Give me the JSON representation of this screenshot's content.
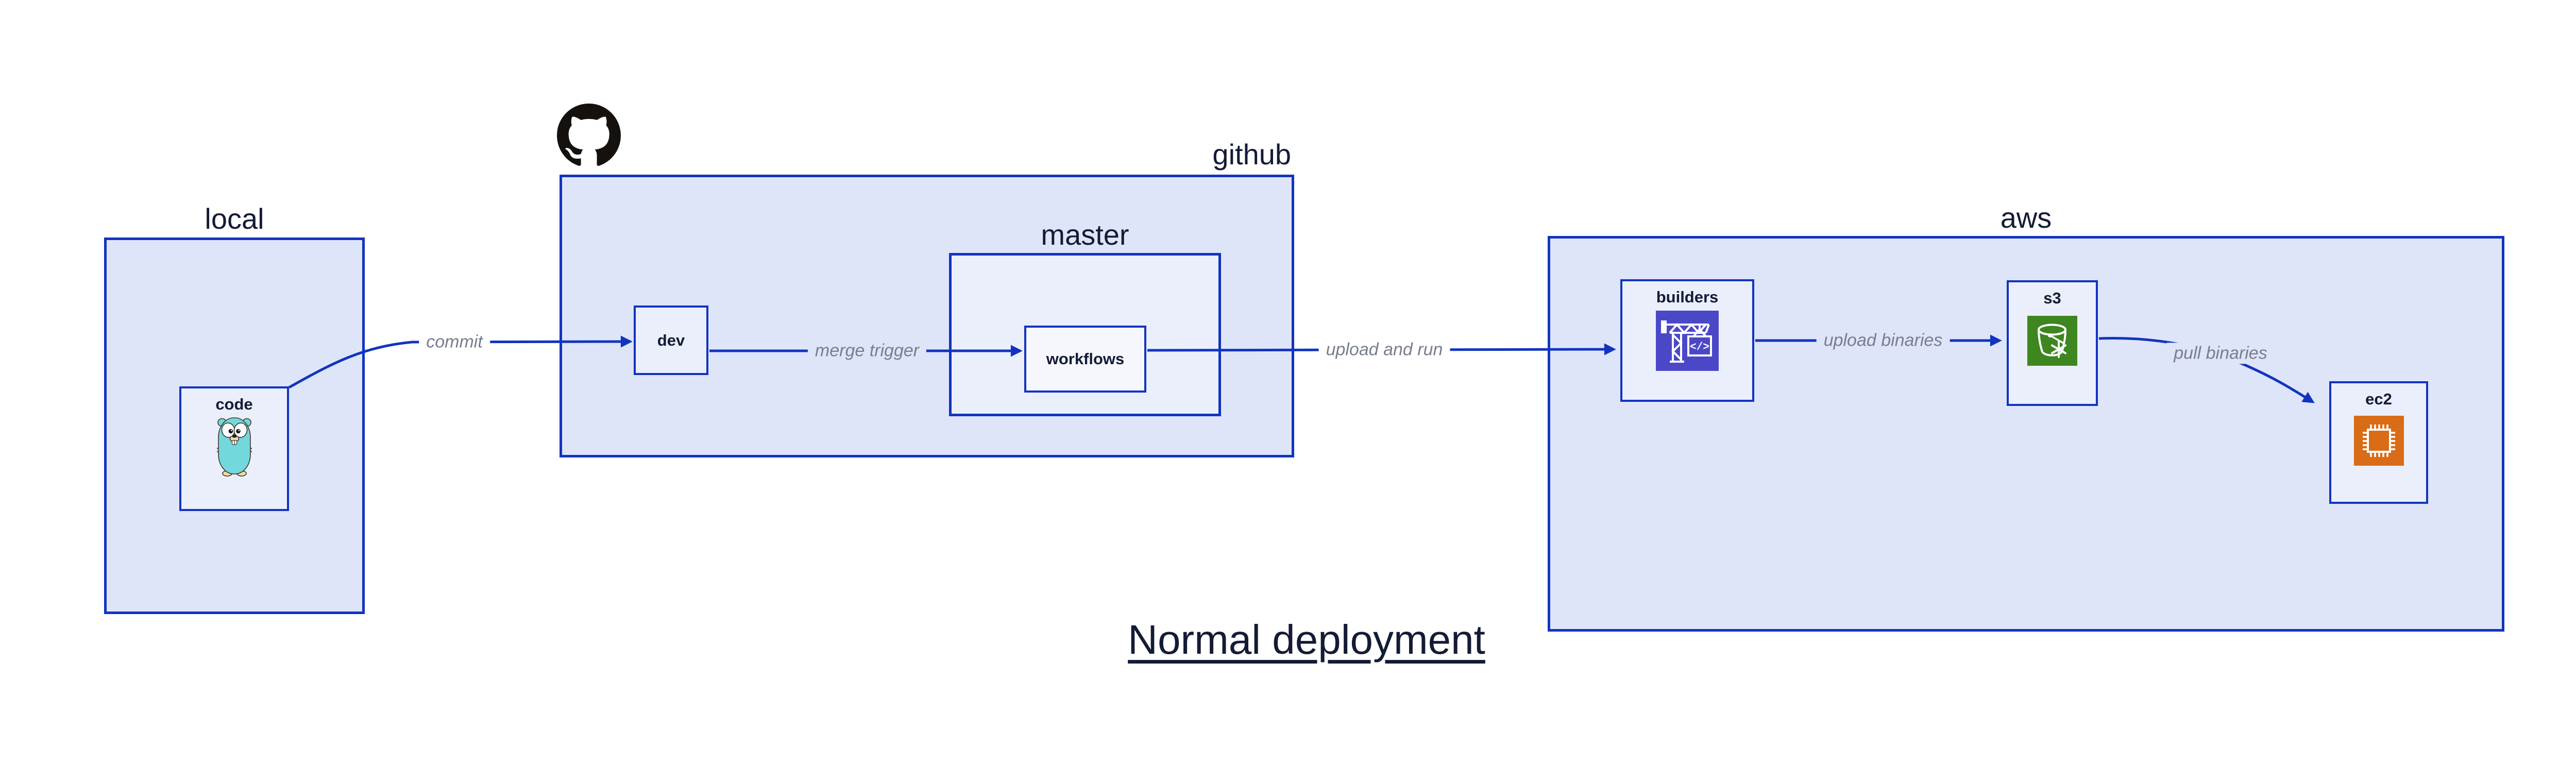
{
  "title": {
    "text": "Normal deployment"
  },
  "groups": {
    "local": {
      "label": "local"
    },
    "github": {
      "label": "github"
    },
    "master": {
      "label": "master"
    },
    "aws": {
      "label": "aws"
    }
  },
  "nodes": {
    "code": {
      "label": "code",
      "icon": "go-gopher"
    },
    "dev": {
      "label": "dev"
    },
    "workflows": {
      "label": "workflows"
    },
    "builders": {
      "label": "builders",
      "icon": "codebuild-crane",
      "icon_glyph": "</>"
    },
    "s3": {
      "label": "s3",
      "icon": "s3-bucket"
    },
    "ec2": {
      "label": "ec2",
      "icon": "ec2-chip"
    }
  },
  "edges": {
    "commit": {
      "label": "commit"
    },
    "merge_trigger": {
      "label": "merge trigger"
    },
    "upload_and_run": {
      "label": "upload and run"
    },
    "upload_binaries": {
      "label": "upload binaries"
    },
    "pull_binaries": {
      "label": "pull binaries"
    }
  },
  "colors": {
    "stroke_blue": "#1134c0",
    "fill_outer": "#dfe5f9",
    "fill_mid": "#ebeffb",
    "fill_inner": "#f6f7fd",
    "text_navy": "#131b36",
    "edge_gray": "#787e8e",
    "builders_purple": "#4b48c8",
    "s3_green": "#3e8620",
    "ec2_orange": "#d96c16",
    "octocat_black": "#15110f",
    "gopher_teal": "#72d8dc",
    "gopher_tan": "#f6d7a7",
    "gopher_outline": "#3b3630"
  }
}
